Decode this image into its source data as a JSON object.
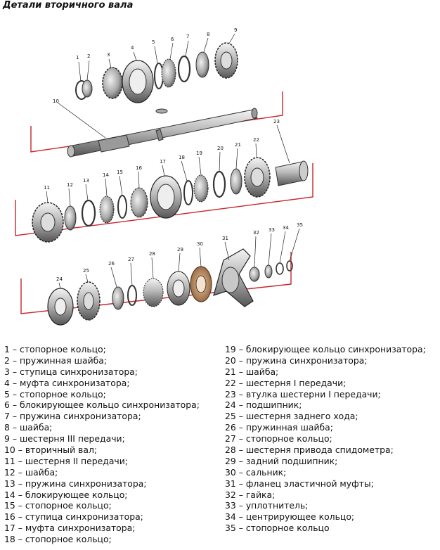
{
  "title": "Детали вторичного вала",
  "callouts": [
    "1",
    "2",
    "3",
    "4",
    "5",
    "6",
    "7",
    "8",
    "9",
    "10",
    "11",
    "12",
    "13",
    "14",
    "15",
    "16",
    "17",
    "18",
    "19",
    "20",
    "21",
    "22",
    "23",
    "24",
    "25",
    "26",
    "27",
    "28",
    "29",
    "30",
    "31",
    "32",
    "33",
    "34",
    "35"
  ],
  "legend_left": [
    "1 – стопорное кольцо;",
    "2 – пружинная шайба;",
    "3 – ступица синхронизатора;",
    "4 – муфта синхронизатора;",
    "5 – стопорное кольцо;",
    "6 – блокирующее кольцо синхронизатора;",
    "7 – пружина синхронизатора;",
    "8 – шайба;",
    "9 – шестерня III передачи;",
    "10 – вторичный вал;",
    "11 – шестерня II передачи;",
    "12 – шайба;",
    "13 – пружина синхронизатора;",
    "14 – блокирующее кольцо;",
    "15 – стопорное кольцо;",
    "16 – ступица синхронизатора;",
    "17 – муфта синхронизатора;",
    "18 – стопорное кольцо;"
  ],
  "legend_right": [
    "19 – блокирующее кольцо синхронизатора;",
    "20 – пружина синхронизатора;",
    "21 – шайба;",
    "22 – шестерня I передачи;",
    "23 – втулка шестерни I передачи;",
    "24 – подшипник;",
    "25 – шестерня заднего хода;",
    "26 – пружинная шайба;",
    "27 – стопорное кольцо;",
    "28 – шестерня привода спидометра;",
    "29 – задний подшипник;",
    "30 – сальник;",
    "31 – фланец эластичной муфты;",
    "32 – гайка;",
    "33 – уплотнитель;",
    "34 – центрирующее кольцо;",
    "35 – стопорное кольцо"
  ]
}
